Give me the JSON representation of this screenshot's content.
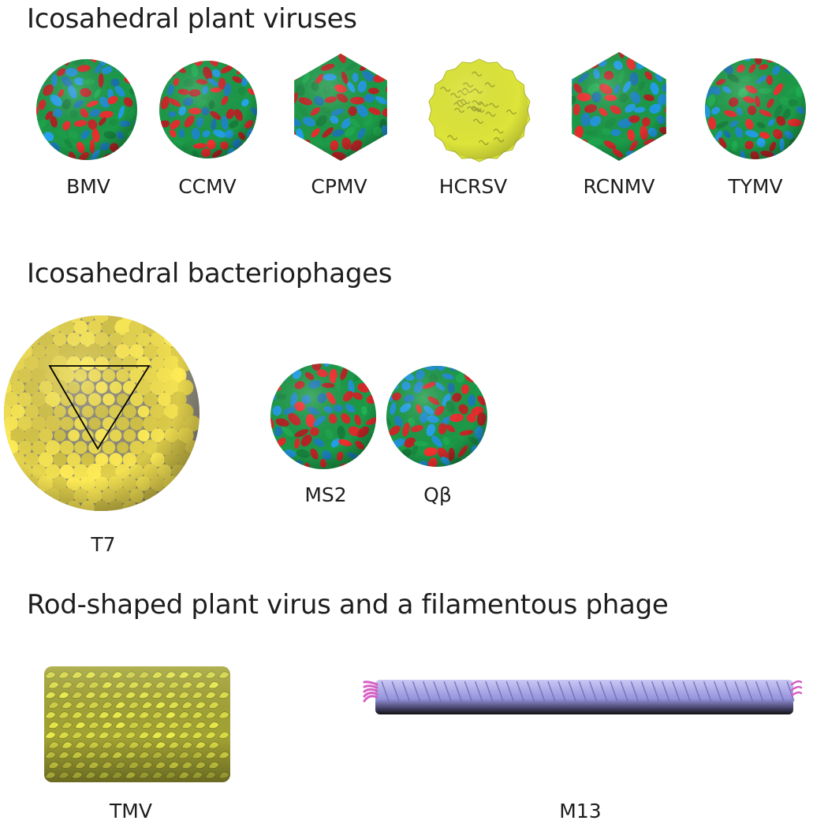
{
  "sections": [
    {
      "title": "Icosahedral plant viruses",
      "labels": [
        "BMV",
        "CCMV",
        "CPMV",
        "HCRSV",
        "RCNMV",
        "TYMV"
      ]
    },
    {
      "title": "Icosahedral bacteriophages",
      "labels": [
        "T7",
        "MS2",
        "Qβ"
      ]
    },
    {
      "title": "Rod-shaped plant virus and a filamentous phage",
      "labels": [
        "TMV",
        "M13"
      ]
    }
  ],
  "colors": {
    "subunit_red": "#d42a2a",
    "subunit_green": "#1c9a48",
    "subunit_blue": "#1f8fd0",
    "hcrsv_yellow": "#dde53a",
    "t7_yellow": "#eedc50",
    "tmv_yellow": "#d9da45",
    "m13_lavender": "#9b9ae0",
    "m13_tip_magenta": "#d65fc4"
  },
  "icons": {
    "BMV": "icosahedral-capsid-icon",
    "CCMV": "icosahedral-capsid-icon",
    "CPMV": "icosahedral-capsid-icon",
    "HCRSV": "icosahedral-capsid-icon",
    "RCNMV": "icosahedral-capsid-icon",
    "TYMV": "icosahedral-capsid-icon",
    "T7": "large-capsid-with-triangle-icon",
    "MS2": "phage-capsid-icon",
    "Qβ": "phage-capsid-icon",
    "TMV": "helical-rod-icon",
    "M13": "filament-icon"
  }
}
